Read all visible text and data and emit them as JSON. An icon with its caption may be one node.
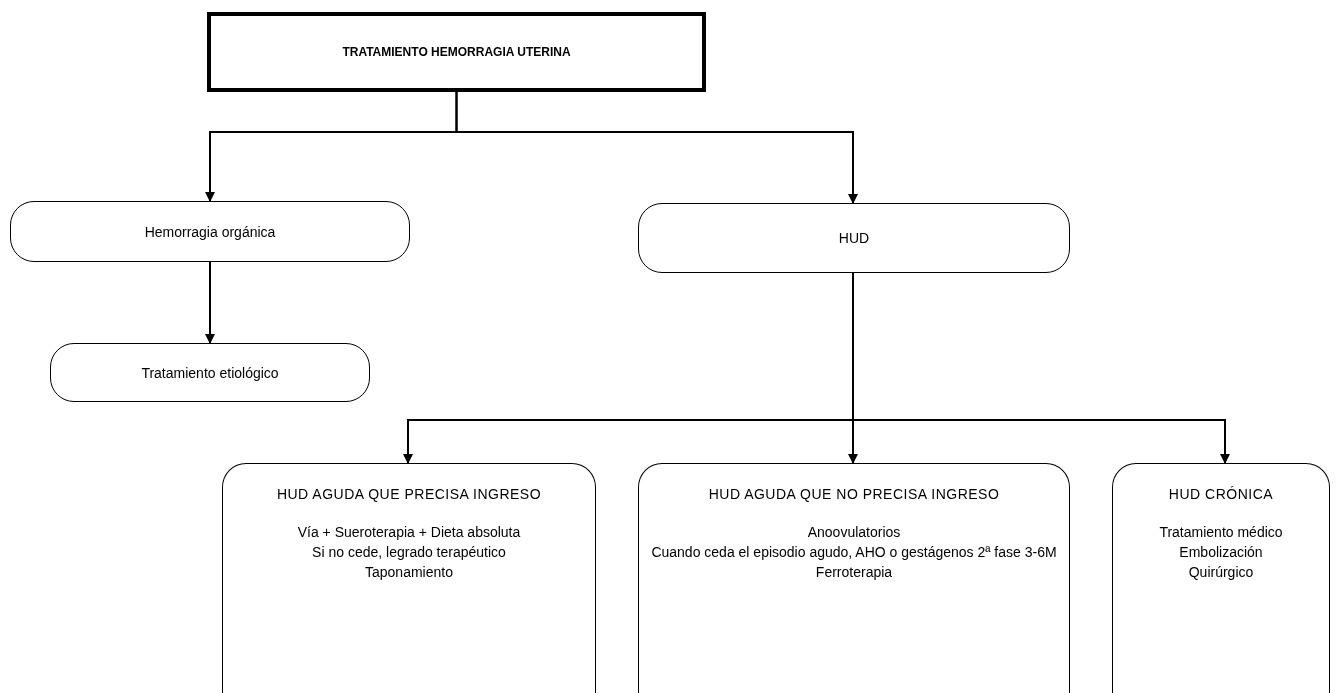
{
  "diagram": {
    "nodes": [
      {
        "text": [
          "TRATAMIENTO HEMORRAGIA UTERINA"
        ]
      },
      {
        "text": [
          "Hemorragia orgánica"
        ]
      },
      {
        "text": [
          "HUD"
        ]
      },
      {
        "text": [
          "Tratamiento etiológico"
        ]
      },
      {
        "text": [
          "HUD AGUDA QUE PRECISA INGRESO",
          "Vía + Sueroterapia + Dieta absoluta",
          "Si no cede, legrado terapéutico",
          "Taponamiento"
        ]
      },
      {
        "text": [
          "HUD AGUDA QUE NO PRECISA INGRESO",
          "Anoovulatorios",
          "Cuando ceda el episodio agudo, AHO o gestágenos 2ª fase 3-6M",
          "Ferroterapia"
        ]
      },
      {
        "text": [
          "HUD CRÓNICA",
          "Tratamiento médico",
          "Embolización",
          "Quirúrgico"
        ]
      }
    ],
    "edges": [
      {
        "from": 0,
        "to": 1,
        "arrow": "to"
      },
      {
        "from": 0,
        "to": 2,
        "arrow": "to"
      },
      {
        "from": 1,
        "to": 3,
        "arrow": "to"
      },
      {
        "from": 2,
        "to": 4,
        "arrow": "to"
      },
      {
        "from": 2,
        "to": 5,
        "arrow": "to"
      },
      {
        "from": 2,
        "to": 6,
        "arrow": "to"
      }
    ]
  }
}
